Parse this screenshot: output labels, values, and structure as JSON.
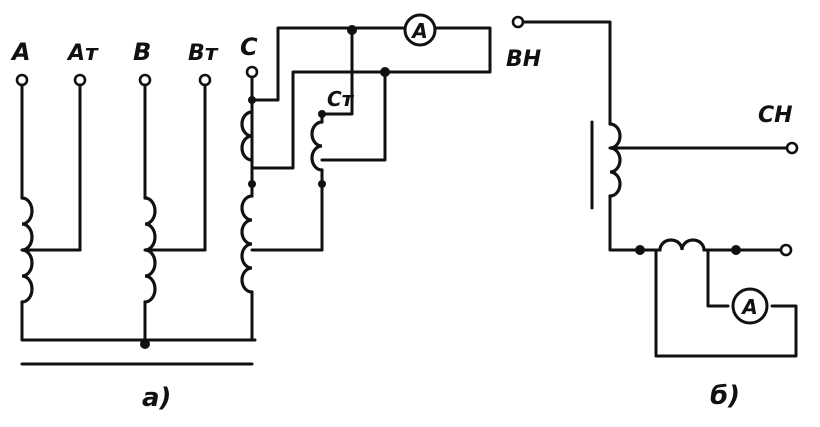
{
  "diagram_a": {
    "terminals": {
      "a": "A",
      "at": "Aт",
      "b": "B",
      "bt": "Bт",
      "c": "C",
      "ct": "Cт"
    },
    "ammeter": "A",
    "caption": "а)"
  },
  "diagram_b": {
    "hv_label": "ВН",
    "lv_label": "СН",
    "ammeter": "A",
    "caption": "б)"
  }
}
